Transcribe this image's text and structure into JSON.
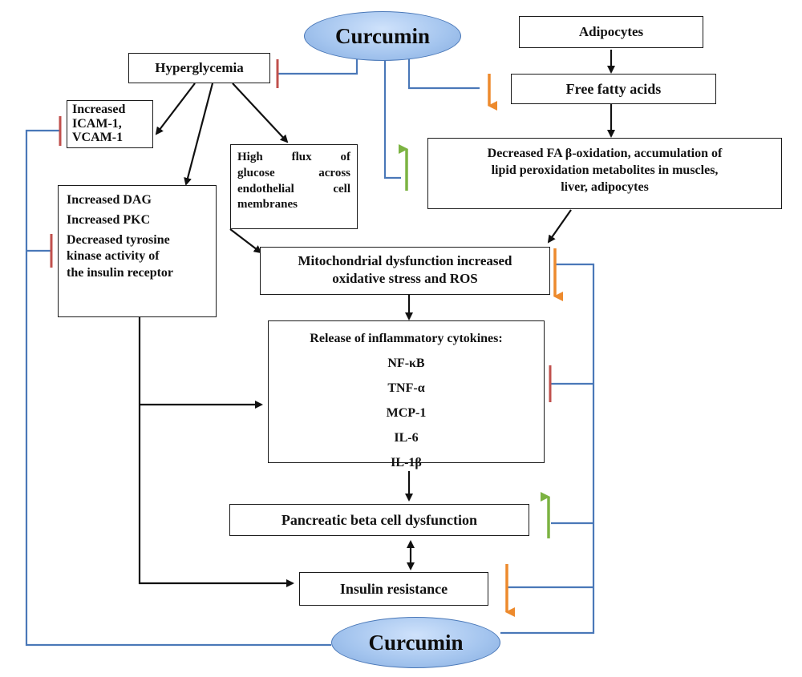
{
  "nodes": {
    "curcumin_top": "Curcumin",
    "curcumin_bottom": "Curcumin",
    "hyperglycemia": "Hyperglycemia",
    "adipocytes": "Adipocytes",
    "free_fatty_acids": "Free fatty acids",
    "icam_lines": [
      "Increased",
      "ICAM-1,",
      "VCAM-1"
    ],
    "dag_lines": [
      "Increased DAG",
      "Increased PKC",
      "Decreased tyrosine",
      "kinase activity of",
      "the insulin receptor"
    ],
    "glucose_flux_lines": [
      "High flux of",
      "glucose across",
      "endothelial cell",
      "membranes"
    ],
    "fa_oxidation_lines": [
      "Decreased FA β-oxidation, accumulation of",
      "lipid peroxidation metabolites in muscles,",
      "liver, adipocytes"
    ],
    "mito_lines": [
      "Mitochondrial dysfunction increased",
      "oxidative stress and ROS"
    ],
    "cytokines_title": "Release of inflammatory cytokines:",
    "cytokines": [
      "NF-κB",
      "TNF-α",
      "MCP-1",
      "IL-6",
      "IL-1β"
    ],
    "beta_cell": "Pancreatic beta cell dysfunction",
    "insulin_resistance": "Insulin resistance"
  },
  "colors": {
    "curcumin_line": "#4a78b8",
    "inhibit": "#c0504d",
    "decrease_arrow": "#ed8a2d",
    "increase_arrow": "#7cb342",
    "flow": "#111111"
  }
}
